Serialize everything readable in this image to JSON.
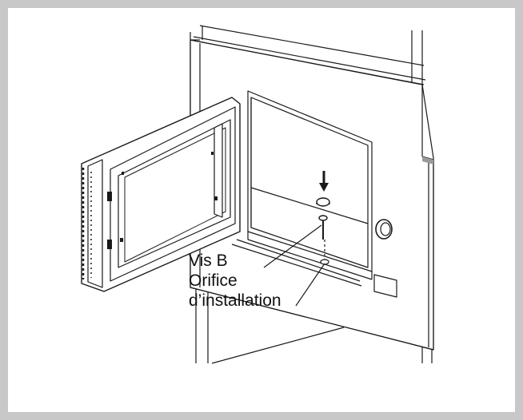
{
  "figure": {
    "callouts": {
      "screw": "Vis B",
      "hole_line1": "Orifice",
      "hole_line2": "d’installation"
    },
    "colors": {
      "background": "#c8c8c8",
      "panel": "#ffffff",
      "line": "#1a1a1a",
      "shade": "#9a9a9a"
    },
    "icons": [
      "down-arrow-icon",
      "screw-icon",
      "grommet-icon"
    ]
  }
}
